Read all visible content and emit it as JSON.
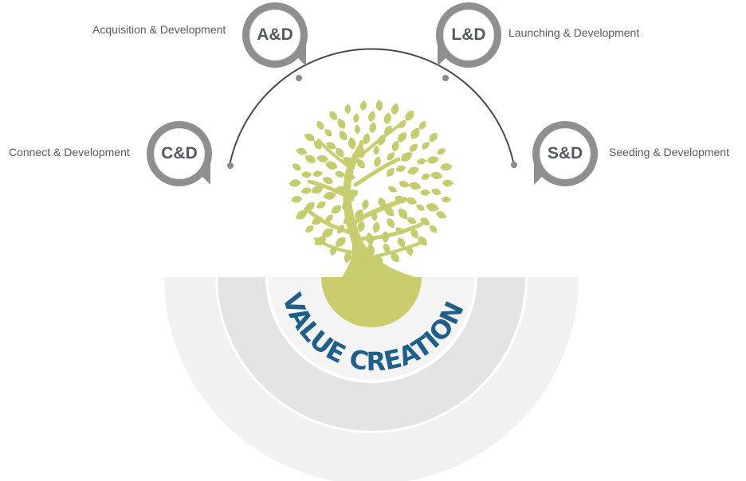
{
  "center_text": "VALUE CREATION",
  "colors": {
    "leaf": "#c5cc6e",
    "trunk": "#c9cd6e",
    "soil": "#cbcc6c",
    "center_text": "#1f5f8b",
    "badge_ring": "#8f8f8f",
    "arc_line": "#4a4a4a"
  },
  "nodes": [
    {
      "id": "acquisition",
      "badge": "A&D",
      "label": "Acquisition & Development"
    },
    {
      "id": "launching",
      "badge": "L&D",
      "label": "Launching & Development"
    },
    {
      "id": "connect",
      "badge": "C&D",
      "label": "Connect & Development"
    },
    {
      "id": "seeding",
      "badge": "S&D",
      "label": "Seeding & Development"
    }
  ]
}
